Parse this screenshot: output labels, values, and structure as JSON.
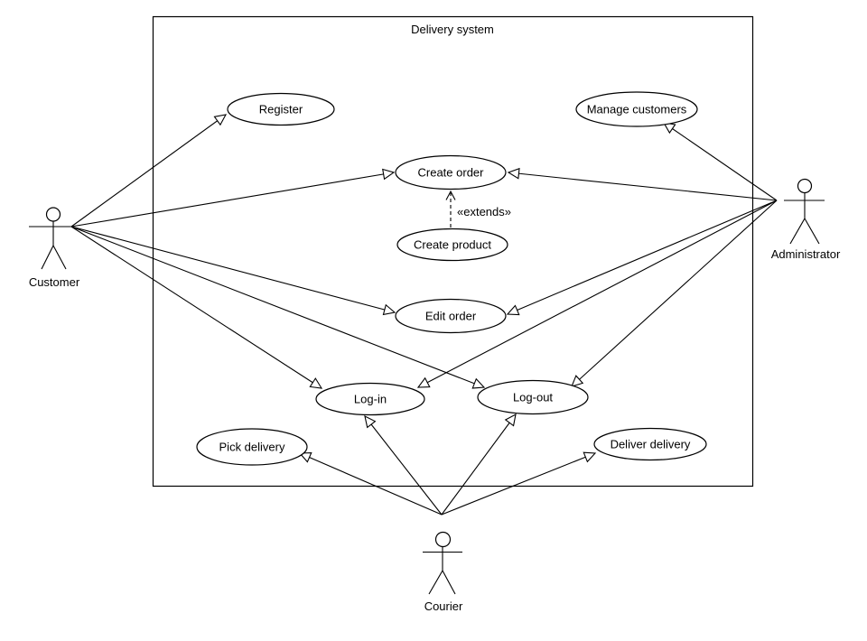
{
  "diagram": {
    "title": "Delivery system",
    "kind": "uml-use-case-diagram"
  },
  "actors": [
    {
      "id": "customer",
      "label": "Customer"
    },
    {
      "id": "administrator",
      "label": "Administrator"
    },
    {
      "id": "courier",
      "label": "Courier"
    }
  ],
  "use_cases": [
    {
      "id": "register",
      "label": "Register"
    },
    {
      "id": "manage-customers",
      "label": "Manage customers"
    },
    {
      "id": "create-order",
      "label": "Create order"
    },
    {
      "id": "create-product",
      "label": "Create product"
    },
    {
      "id": "edit-order",
      "label": "Edit order"
    },
    {
      "id": "log-in",
      "label": "Log-in"
    },
    {
      "id": "log-out",
      "label": "Log-out"
    },
    {
      "id": "pick-delivery",
      "label": "Pick delivery"
    },
    {
      "id": "deliver-delivery",
      "label": "Deliver delivery"
    }
  ],
  "relationships": {
    "extends_label": "«extends»",
    "extend": [
      {
        "from": "Create product",
        "to": "Create order",
        "stereotype": "«extends»"
      }
    ],
    "associations": [
      {
        "from": "Customer",
        "to": "Register"
      },
      {
        "from": "Customer",
        "to": "Create order"
      },
      {
        "from": "Customer",
        "to": "Edit order"
      },
      {
        "from": "Customer",
        "to": "Log-in"
      },
      {
        "from": "Customer",
        "to": "Log-out"
      },
      {
        "from": "Administrator",
        "to": "Manage customers"
      },
      {
        "from": "Administrator",
        "to": "Create order"
      },
      {
        "from": "Administrator",
        "to": "Edit order"
      },
      {
        "from": "Administrator",
        "to": "Log-in"
      },
      {
        "from": "Administrator",
        "to": "Log-out"
      },
      {
        "from": "Courier",
        "to": "Pick delivery"
      },
      {
        "from": "Courier",
        "to": "Log-in"
      },
      {
        "from": "Courier",
        "to": "Log-out"
      },
      {
        "from": "Courier",
        "to": "Deliver delivery"
      }
    ]
  },
  "colors": {
    "stroke": "#000000",
    "fill": "#ffffff",
    "text": "#000000"
  }
}
